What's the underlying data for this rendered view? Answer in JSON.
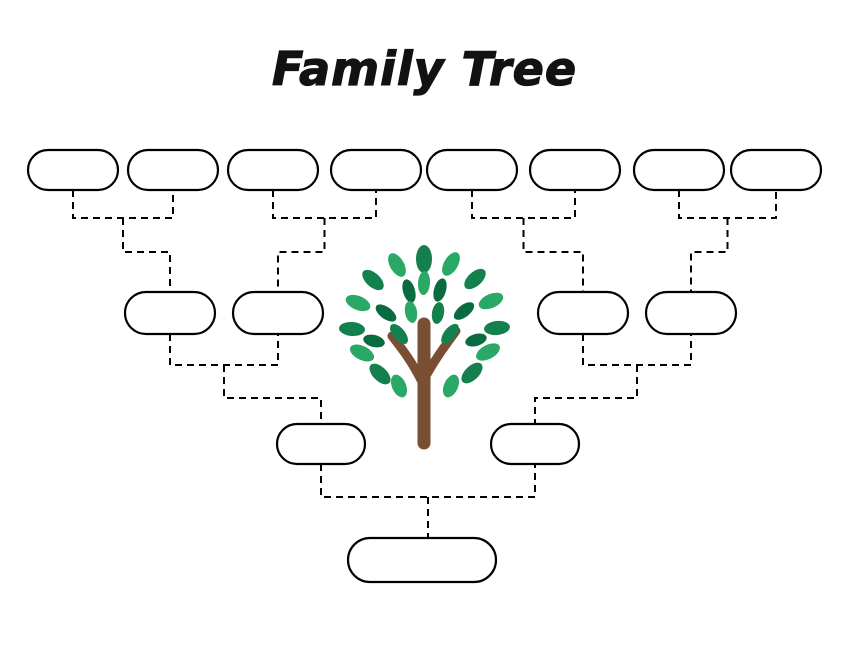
{
  "title": "Family Tree",
  "diagram": {
    "type": "family-tree-template",
    "generations": [
      {
        "name": "great-grandparents",
        "box_count": 8,
        "labels": [
          "",
          "",
          "",
          "",
          "",
          "",
          "",
          ""
        ]
      },
      {
        "name": "grandparents",
        "box_count": 4,
        "labels": [
          "",
          "",
          "",
          ""
        ]
      },
      {
        "name": "parents",
        "box_count": 2,
        "labels": [
          "",
          ""
        ]
      },
      {
        "name": "child",
        "box_count": 1,
        "labels": [
          ""
        ]
      }
    ]
  },
  "colors": {
    "background": "#ffffff",
    "title_text": "#121212",
    "box_fill": "#ffffff",
    "box_outline": "#000000",
    "connector": "#000000",
    "trunk_brown": "#7a4e33",
    "leaf_greens": [
      "#14804e",
      "#2aa866",
      "#0a6b41"
    ]
  }
}
